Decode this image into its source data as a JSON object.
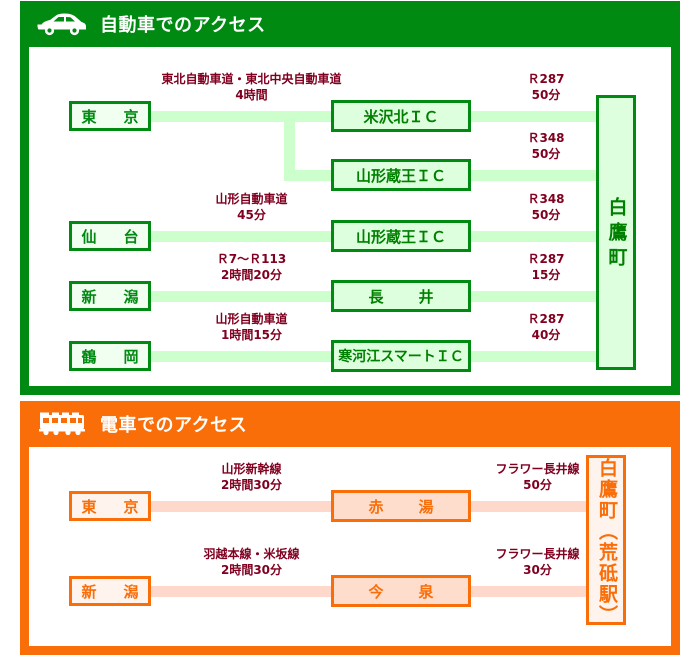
{
  "sections": [
    {
      "id": "car",
      "title": "自動車でのアクセス",
      "icon": "car-icon",
      "accent": "#008a12",
      "line_color": "#ccffcc",
      "destination": "白鷹町",
      "rows": [
        {
          "origin": "東　京",
          "leg1_route": "東北自動車道・東北中央自動車道",
          "leg1_time": "4時間",
          "mid": "米沢北ＩＣ",
          "leg2_route": "Ｒ287",
          "leg2_time": "50分"
        },
        {
          "origin": "",
          "leg1_route": "",
          "leg1_time": "",
          "mid": "山形蔵王ＩＣ",
          "leg2_route": "Ｒ348",
          "leg2_time": "50分"
        },
        {
          "origin": "仙　台",
          "leg1_route": "山形自動車道",
          "leg1_time": "45分",
          "mid": "山形蔵王ＩＣ",
          "leg2_route": "Ｒ348",
          "leg2_time": "50分"
        },
        {
          "origin": "新　潟",
          "leg1_route": "Ｒ7〜Ｒ113",
          "leg1_time": "2時間20分",
          "mid": "長　井",
          "leg2_route": "Ｒ287",
          "leg2_time": "15分"
        },
        {
          "origin": "鶴　岡",
          "leg1_route": "山形自動車道",
          "leg1_time": "1時間15分",
          "mid": "寒河江スマートＩＣ",
          "leg2_route": "Ｒ287",
          "leg2_time": "40分"
        }
      ]
    },
    {
      "id": "train",
      "title": "電車でのアクセス",
      "icon": "train-icon",
      "accent": "#f96e09",
      "line_color": "#ffd8cc",
      "destination": "白鷹町（荒砥駅）",
      "rows": [
        {
          "origin": "東　京",
          "leg1_route": "山形新幹線",
          "leg1_time": "2時間30分",
          "mid": "赤　湯",
          "leg2_route": "フラワー長井線",
          "leg2_time": "50分"
        },
        {
          "origin": "新　潟",
          "leg1_route": "羽越本線・米坂線",
          "leg1_time": "2時間30分",
          "mid": "今　泉",
          "leg2_route": "フラワー長井線",
          "leg2_time": "30分"
        }
      ]
    }
  ]
}
